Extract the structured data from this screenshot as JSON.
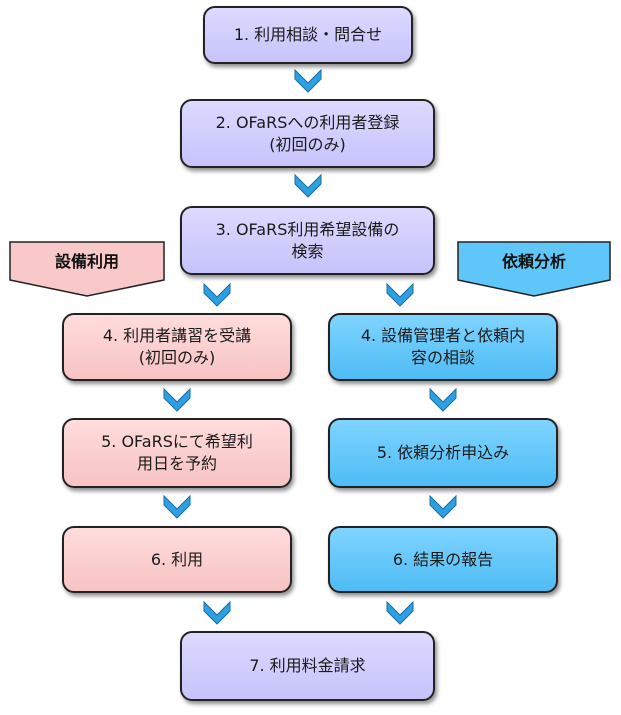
{
  "steps": {
    "s1": [
      "1. 利用相談・問合せ"
    ],
    "s2": [
      "2. OFaRSへの利用者登録",
      "(初回のみ)"
    ],
    "s3": [
      "3. OFaRS利用希望設備の",
      "検索"
    ],
    "s4a": [
      "4. 利用者講習を受講",
      "(初回のみ)"
    ],
    "s5a": [
      "5. OFaRSにて希望利",
      "用日を予約"
    ],
    "s6a": [
      "6. 利用"
    ],
    "s4b": [
      "4. 設備管理者と依頼内",
      "容の相談"
    ],
    "s5b": [
      "5. 依頼分析申込み"
    ],
    "s6b": [
      "6. 結果の報告"
    ],
    "s7": [
      "7. 利用料金請求"
    ]
  },
  "tags": {
    "equipment_use": "設備利用",
    "request_analysis": "依頼分析"
  },
  "colors": {
    "purple": "#c6c3fb",
    "pink": "#f7c3c3",
    "blue": "#4ebcf5",
    "arrow": "#2e9fe0"
  }
}
